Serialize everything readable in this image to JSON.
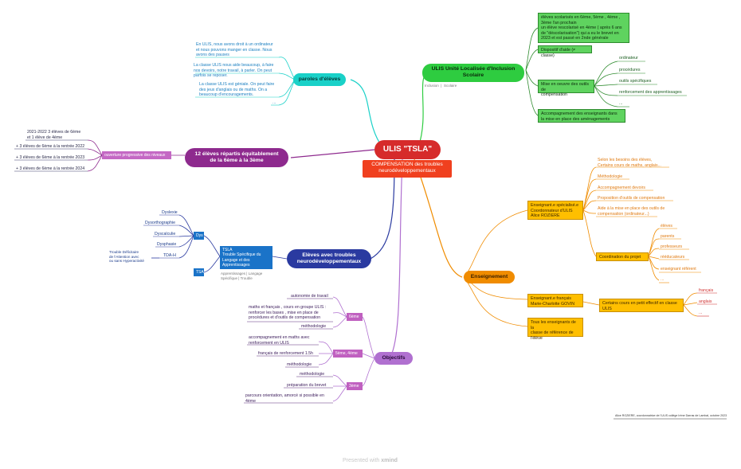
{
  "central": {
    "title": "ULIS \"TSLA\"",
    "subtitle": "COMPENSATION des troubles\nneurodéveloppementaux"
  },
  "branches": {
    "ulis": {
      "label": "ULIS Unité Localisée d'Inclusion\nScolaire",
      "color": "#2ecc40",
      "tags": [
        "Inclusion",
        "Scolaire"
      ],
      "items": {
        "eleves": "élèves scolarisés en 6ème, 5ème , 4ème ,\n3ème l'an prochain\nun élève rescolarisé en 4ème ( après 6 ans\nde \"déscolarisation\") qui a eu le brevet en\n2023 et est passé en 2nde générale",
        "dispositif": "Dispositif d'aide (≠ classe)",
        "outils": "Mise en oeuvre des outils de\ncompensation",
        "outils_children": [
          "ordinateur",
          "procédures",
          "outils spécifiques",
          "renforcement des apprentissages",
          "..."
        ],
        "accompagnement": "Accompagnement des enseignants dans\nla mise en place des aménagements"
      }
    },
    "paroles": {
      "label": "paroles d'élèves",
      "color": "#1ad1c8",
      "quotes": [
        "En ULIS, nous avons droit à un ordinateur\net nous pouvons manger en classe. Nous\navons des pauses",
        "La classe ULIS nous aide beaucoup, à faire\nnos devoirs, notre travail, à parler. On peut\nparfois se reposer.",
        "La classe ULIS est géniale. On peut faire\ndes jeux d'anglais ou de maths. On a\nbeaucoup d'encouragements.",
        "..."
      ]
    },
    "repartition": {
      "label": "12 élèves répartis équitablement\nde la 6ème à la 3ème",
      "color": "#8e2a8e",
      "tag": "ouverture progressive des niveaux",
      "items": [
        "2021-2022 3 élèves de 6ème\net 1 élève de 4ème",
        "+ 3 élèves de 6ème à la rentrée 2022",
        "+ 3 élèves de 6ème à la rentrée 2023",
        "+ 3 élèves de 6ème à la rentrée 2024"
      ]
    },
    "eleves_troubles": {
      "label": "Elèves avec troubles\nneurodéveloppementaux",
      "color": "#2a3aa0",
      "tsla_box": "TSLA\nTrouble Spécifique du\nLangage et des\nApprentissages",
      "tsla_tags": [
        "Apprentissages",
        "Langage",
        "Spécifique",
        "Trouble"
      ],
      "dys_tag": "Dys",
      "dys_items": [
        "Dyslexie",
        "Dysorthographie",
        "Dyscalculie",
        "Dysphasie"
      ],
      "tdah": "TDA-H",
      "tdah_note": "Trouble Déficitaire\nde l'Attention avec\nou sans Hyperactivité",
      "tsa_tag": "TSA"
    },
    "enseignement": {
      "label": "Enseignement",
      "color": "#f08c00",
      "ens_box": "Enseignant.e spécialisé.e\nCoordonnateur d'ULIS\nAlice ROZIERE",
      "ens_items": [
        "Selon les besoins des élèves,\nCertains cours de maths, anglais...",
        "Méthodologie",
        "Accompagnement devoirs",
        "Proposition d'outils de compensation",
        "Aide à la mise en place des outils de\ncompensation (ordinateur...)"
      ],
      "coordination_box": "Coordination du projet",
      "coordination_items": [
        "élèves",
        "parents",
        "professeurs",
        "rééducateurs",
        "enseignant référent",
        "..."
      ],
      "prof_box": "Enseignant.e français\nMarie-Charlotte GOVIN",
      "prof_child": "Certains cours  en  petit effectif en classe\nULIS",
      "prof_subjects": [
        "français",
        "anglais",
        "..."
      ],
      "tous_box": "Tous les enseignants de la\nclasse de référence de\nl'élève"
    },
    "objectifs": {
      "label": "Objectifs",
      "color": "#b070d0",
      "levels": [
        {
          "tag": "6ème",
          "items": [
            "autonomie de travail",
            "maths et français , cours en groupe ULIS :\nrenforcer les bases , mise en place de\nprocédures  et d'outils de compensation",
            "méthodologie"
          ]
        },
        {
          "tag": "5ème, 4ème",
          "items": [
            "accompagnement en maths avec\nrenforcement en ULIS",
            "français de renforcement 1.5h",
            "méthodologie"
          ]
        },
        {
          "tag": "3ème",
          "items": [
            "méthodologie",
            "préparation du brevet",
            "parcours orientation, amorcé si possible en\n4ème"
          ]
        }
      ]
    }
  },
  "credit": "Alice ROZIERE, coordonnatrice de l'ULIS collège Irène Darras de Lambal, octobre 2023",
  "footer": {
    "text": "Presented with",
    "brand": "xmind"
  }
}
